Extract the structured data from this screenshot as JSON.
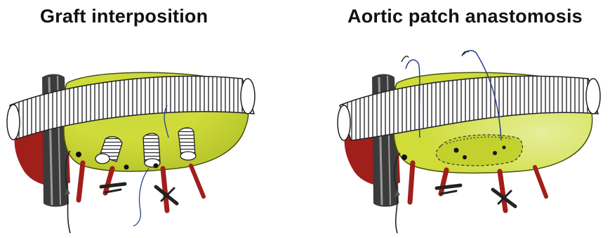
{
  "panels": [
    {
      "title": "Graft interposition"
    },
    {
      "title": "Aortic patch anastomosis"
    }
  ],
  "colors": {
    "organ_fill": "#cfdc3a",
    "organ_shadow": "#9fae1f",
    "vessel_red": "#a01f1b",
    "graft_line": "#222222",
    "suture_blue": "#2b3f8f",
    "clamp_dark": "#222222"
  },
  "icons": [
    "aortic-graft-illustration",
    "branch-graft-illustration",
    "vascular-clamp-icon",
    "suture-needle-icon"
  ]
}
